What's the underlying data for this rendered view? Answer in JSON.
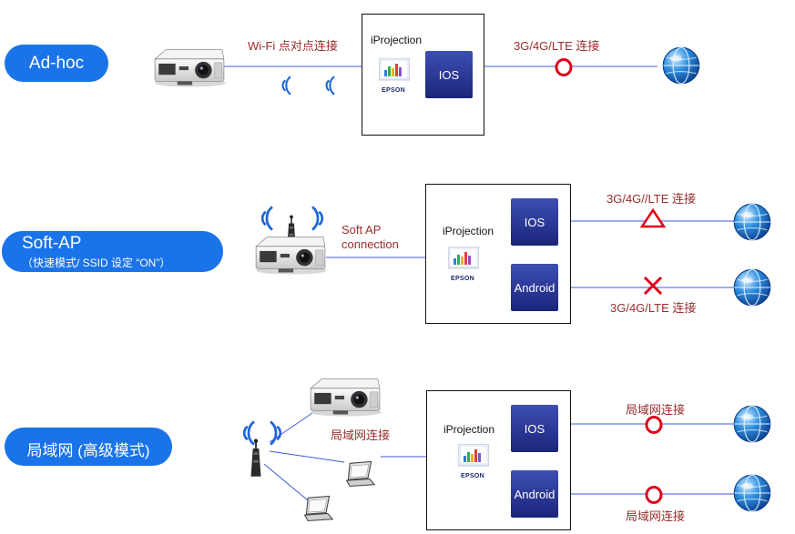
{
  "rows": [
    {
      "mode_label": "Ad-hoc",
      "mode_sub": "",
      "link_label": "Wi-Fi 点对点连接",
      "app_title": "iProjection",
      "app_logo_text": "EPSON",
      "platforms": [
        "IOS"
      ],
      "networks": [
        {
          "label": "3G/4G/LTE 连接",
          "status": "circle"
        }
      ]
    },
    {
      "mode_label": "Soft-AP",
      "mode_sub": "（快速模式/ SSID 设定 “ON”）",
      "link_label_1": "Soft AP",
      "link_label_2": "connection",
      "app_title": "iProjection",
      "app_logo_text": "EPSON",
      "platforms": [
        "IOS",
        "Android"
      ],
      "networks": [
        {
          "label": "3G/4G//LTE 连接",
          "status": "triangle"
        },
        {
          "label": "3G/4G/LTE 连接",
          "status": "cross"
        }
      ]
    },
    {
      "mode_label": "局域网 (高级模式)",
      "mode_sub": "",
      "link_label": "局域网连接",
      "app_title": "iProjection",
      "app_logo_text": "EPSON",
      "platforms": [
        "IOS",
        "Android"
      ],
      "networks": [
        {
          "label": "局域网连接",
          "status": "circle"
        },
        {
          "label": "局域网连接",
          "status": "circle"
        }
      ]
    }
  ],
  "colors": {
    "pill": "#1a73e8",
    "link_line": "#3b5bdb",
    "status_red": "#e0001b",
    "label_red": "#9b2c2c",
    "tile": "#2a3592"
  },
  "icons": [
    "projector-icon",
    "wifi-waves-icon",
    "antenna-icon",
    "laptop-icon",
    "globe-icon",
    "epson-iprojection-icon"
  ]
}
